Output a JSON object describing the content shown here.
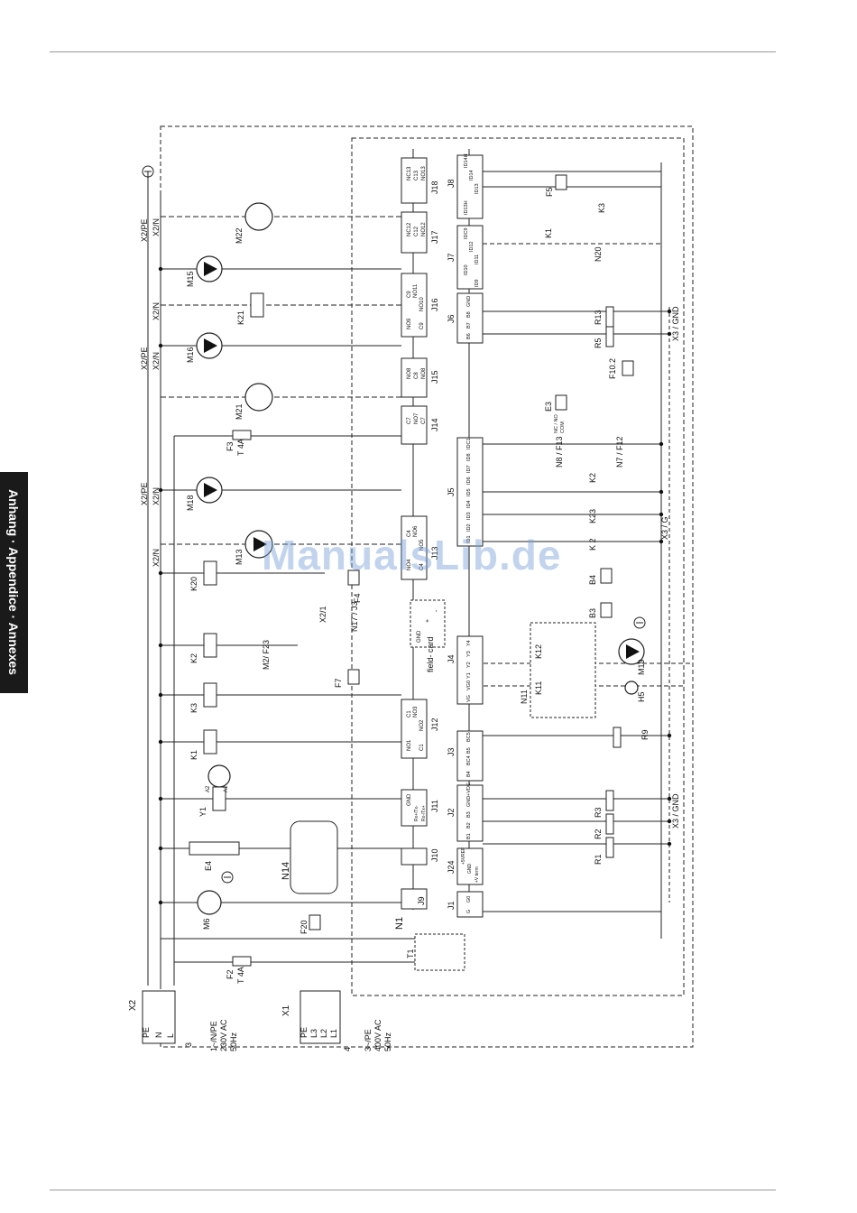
{
  "side_tab": "Anhang · Appendice · Annexes",
  "watermark": "ManualsLib.de",
  "supply": {
    "x2_label": "X2",
    "x2_pins": [
      "PE",
      "N",
      "L"
    ],
    "x2_spec": [
      "1~/N/PE",
      "230V AC",
      "50Hz"
    ],
    "x2_ref": "3",
    "x1_label": "X1",
    "x1_pins": [
      "PE",
      "L3",
      "L2",
      "L1"
    ],
    "x1_spec": [
      "3~/PE",
      "400V AC",
      "50Hz"
    ],
    "x1_ref": "4"
  },
  "fuses": {
    "f2": "F2",
    "f2_rating": "T 4A",
    "f3": "F3",
    "f3_rating": "T 4A"
  },
  "top_labels": [
    "X2/PE",
    "X2/N",
    "X2/N",
    "X2/PE",
    "X2/N",
    "X2/PE",
    "X2/N",
    "X2/N",
    "X2/1"
  ],
  "loads": {
    "m22": "M22",
    "m15": "M15",
    "k21": "K21",
    "m16": "M16",
    "m21": "M21",
    "m18": "M18",
    "m13": "M13",
    "k20": "K20",
    "k2": "K2",
    "k3": "K3",
    "k1": "K1",
    "y1": "Y1",
    "e4": "E4",
    "m6": "M6",
    "m2_f23": "M2/\nF23",
    "f20": "F20",
    "f7": "F7",
    "f4": "F4",
    "n17_j3": "N17 /\nJ3",
    "coil_a1": "A1",
    "coil_a2": "A2"
  },
  "controller": {
    "n1": "N1",
    "n14": "N14",
    "t1": "T1",
    "fieldcard": "field-\ncard",
    "fieldcard_pins": [
      "GND",
      "+",
      "-"
    ],
    "j18": {
      "label": "J18",
      "pins": [
        "NC13",
        "C13",
        "NO13"
      ]
    },
    "j17": {
      "label": "J17",
      "pins": [
        "NC12",
        "C12",
        "NO12"
      ]
    },
    "j16": {
      "label": "J16",
      "pins": [
        "C9",
        "NO11",
        "NO10",
        "NO9",
        "C9"
      ]
    },
    "j15": {
      "label": "J15",
      "pins": [
        "NO8",
        "C8",
        "NO8"
      ]
    },
    "j14": {
      "label": "J14",
      "pins": [
        "C7",
        "NO7",
        "C7"
      ]
    },
    "j13": {
      "label": "J13",
      "pins": [
        "C4",
        "NO6",
        "NO5",
        "NO4",
        "C4"
      ]
    },
    "j12": {
      "label": "J12",
      "pins": [
        "C1",
        "NO3",
        "NO2",
        "NO1",
        "C1"
      ]
    },
    "j11": {
      "label": "J11",
      "pins": [
        "GND",
        "Rx+/Tx-",
        "Rx-/Tx+"
      ]
    },
    "j10": {
      "label": "J10"
    },
    "j9": {
      "label": "J9"
    },
    "j8": {
      "label": "J8",
      "pins": [
        "ID14H",
        "ID14",
        "ID13",
        "ID13H"
      ]
    },
    "j7": {
      "label": "J7",
      "pins": [
        "IDC9",
        "ID12",
        "ID11",
        "ID10",
        "ID9"
      ]
    },
    "j6": {
      "label": "J6",
      "pins": [
        "GND",
        "B8",
        "B7",
        "B6"
      ]
    },
    "j5": {
      "label": "J5",
      "pins": [
        "IDC1",
        "ID8",
        "ID7",
        "ID6",
        "ID5",
        "ID4",
        "ID3",
        "ID2",
        "ID1"
      ]
    },
    "j4": {
      "label": "J4",
      "pins": [
        "Y4",
        "Y3",
        "Y2",
        "Y1",
        "VG0",
        "VG"
      ]
    },
    "j3": {
      "label": "J3",
      "pins": [
        "BC5",
        "B5",
        "BC4",
        "B4"
      ]
    },
    "j2": {
      "label": "J2",
      "pins": [
        "+VDC",
        "GND",
        "B3",
        "B2",
        "B1"
      ]
    },
    "j24": {
      "label": "J24",
      "pins": [
        "+5VREF",
        "GND",
        "+V term"
      ]
    },
    "j1": {
      "label": "J1",
      "pins": [
        "G0",
        "G"
      ]
    }
  },
  "right_side": {
    "f5": "F5",
    "k3": "K3",
    "k1": "K1",
    "n20": "N20",
    "r13": "R13",
    "r5": "R5",
    "f10_2": "F10.2",
    "e3": "E3",
    "n8_f13": "N8 /\nF13",
    "n7_f12": "N7 /\nF12",
    "k2": "K2",
    "k23": "K23",
    "k2b": "K 2",
    "b4": "B4",
    "b3": "B3",
    "k12": "K12",
    "k11": "K11",
    "n11": "N11",
    "m19": "M19",
    "h5": "H5",
    "r9": "R9",
    "r3": "R3",
    "r2": "R2",
    "r1": "R1",
    "x3_gnd": "X3 / GND",
    "x3_g": "X3 / G",
    "x3_gnd_b": "X3 / GND",
    "com": "COM",
    "nc_no": "NC / NO"
  }
}
